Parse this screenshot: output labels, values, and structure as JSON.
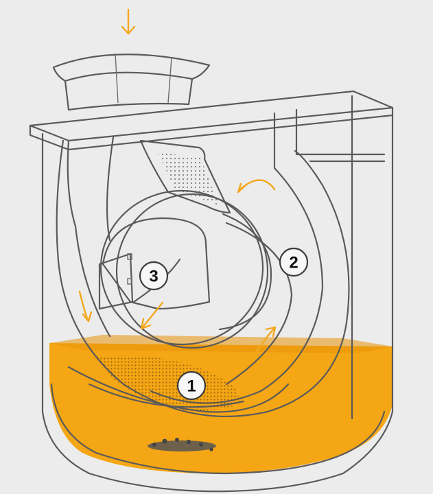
{
  "callouts": [
    {
      "id": "1",
      "label": "1"
    },
    {
      "id": "2",
      "label": "2"
    },
    {
      "id": "3",
      "label": "3"
    }
  ],
  "colors": {
    "background": "#ececec",
    "liquid": "#f5a614",
    "liquid_dark": "#e8940a",
    "outline": "#5a5a5a",
    "arrow": "#f2a81d",
    "sediment": "#555555"
  },
  "icons": [
    "down-arrow-icon",
    "flow-arrow-icon"
  ]
}
